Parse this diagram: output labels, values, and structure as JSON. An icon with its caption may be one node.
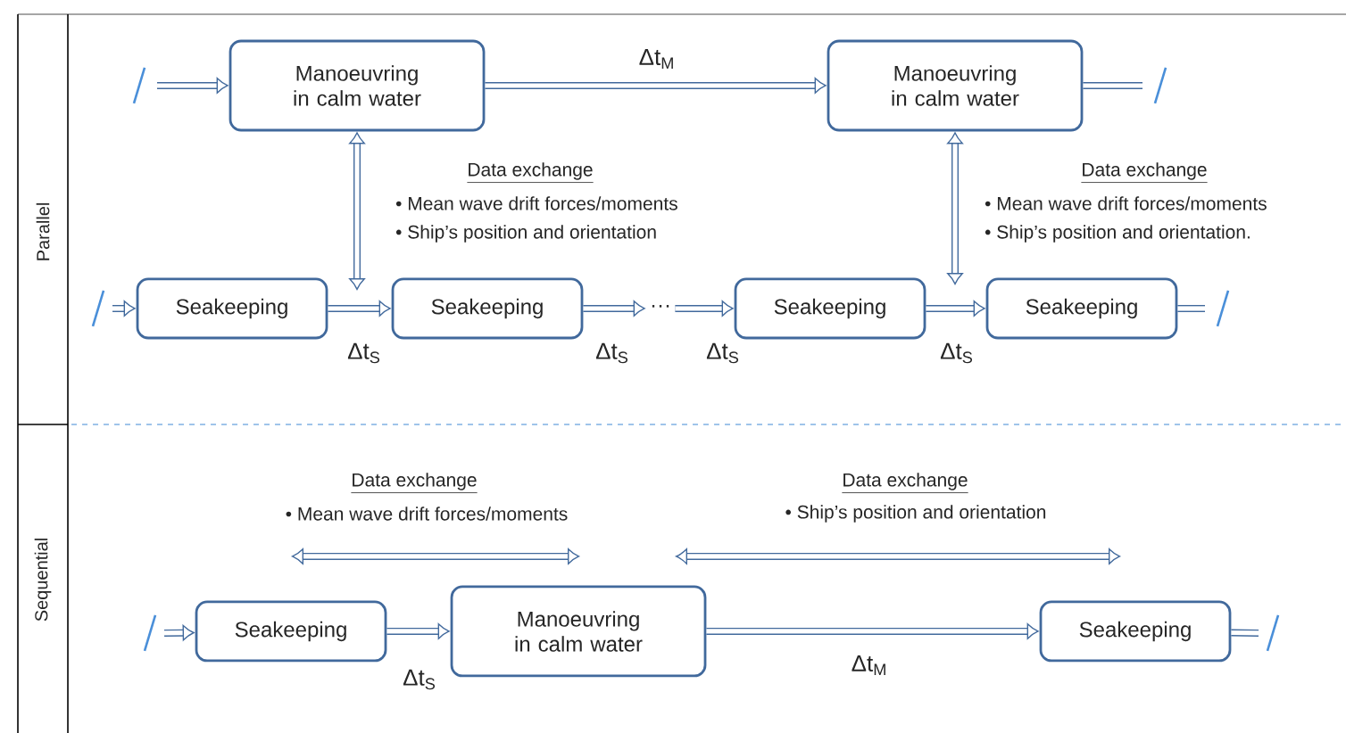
{
  "diagram": {
    "nodes": [
      {
        "text": [
          "Manoeuvring in calm water"
        ]
      },
      {
        "text": [
          "Manoeuvring in calm water"
        ]
      },
      {
        "text": [
          "Seakeeping"
        ]
      },
      {
        "text": [
          "Seakeeping"
        ]
      },
      {
        "text": [
          "Seakeeping"
        ]
      },
      {
        "text": [
          "Seakeeping"
        ]
      },
      {
        "text": [
          "···"
        ]
      },
      {
        "text": [
          "Seakeeping"
        ]
      },
      {
        "text": [
          "Manoeuvring in calm water"
        ]
      },
      {
        "text": [
          "Seakeeping"
        ]
      }
    ],
    "edges": [
      {
        "from": null,
        "to": 0,
        "arrow": "to"
      },
      {
        "from": 0,
        "to": 1,
        "arrow": "to",
        "label": "Δt$_{M}$"
      },
      {
        "from": 1,
        "to": null,
        "arrow": "none"
      },
      {
        "from": 0,
        "to": null,
        "arrow": "both"
      },
      {
        "from": 1,
        "to": null,
        "arrow": "both"
      },
      {
        "from": null,
        "to": 2,
        "arrow": "to"
      },
      {
        "from": 2,
        "to": 3,
        "arrow": "to",
        "label": "Δt$_{S}$"
      },
      {
        "from": 3,
        "to": 6,
        "arrow": "to",
        "label": "Δt$_{S}$"
      },
      {
        "from": 6,
        "to": 4,
        "arrow": "to",
        "label": "Δt$_{S}$"
      },
      {
        "from": 4,
        "to": 5,
        "arrow": "to",
        "label": "Δt$_{S}$"
      },
      {
        "from": 5,
        "to": null,
        "arrow": "none"
      },
      {
        "from": null,
        "to": 7,
        "arrow": "to"
      },
      {
        "from": 7,
        "to": 8,
        "arrow": "to",
        "label": "Δt$_{S}$"
      },
      {
        "from": 8,
        "to": 9,
        "arrow": "to",
        "label": "Δt$_{M}$"
      },
      {
        "from": 9,
        "to": null,
        "arrow": "none"
      }
    ],
    "labels": [
      "Parallel",
      "Data exchange",
      "• Mean wave drift forces/moments",
      "• Ship’s position and orientation",
      "Data exchange",
      "• Mean wave drift forces/moments",
      "• Ship’s position and orientation.",
      "Sequential",
      "Data exchange",
      "• Mean wave drift forces/moments",
      "Data exchange",
      "• Ship’s position and orientation"
    ]
  }
}
